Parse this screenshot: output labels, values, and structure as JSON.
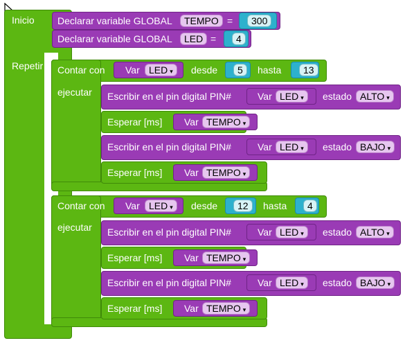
{
  "labels": {
    "inicio": "Inicio",
    "repetir": "Repetir",
    "declare_global": "Declarar variable GLOBAL",
    "equals": "=",
    "contar_con": "Contar con",
    "desde": "desde",
    "hasta": "hasta",
    "ejecutar": "ejecutar",
    "escribir_pin": "Escribir en el pin digital  PIN#",
    "estado": "estado",
    "esperar": "Esperar [ms]",
    "var": "Var",
    "dropdown_arrow": "▾"
  },
  "declarations": [
    {
      "name": "TEMPO",
      "value": "300"
    },
    {
      "name": "LED",
      "value": "4"
    }
  ],
  "loops": [
    {
      "var": "LED",
      "from": "5",
      "to": "13",
      "steps": [
        {
          "pin_var": "LED",
          "state": "ALTO",
          "wait_var": "TEMPO"
        },
        {
          "pin_var": "LED",
          "state": "BAJO",
          "wait_var": "TEMPO"
        }
      ]
    },
    {
      "var": "LED",
      "from": "12",
      "to": "4",
      "steps": [
        {
          "pin_var": "LED",
          "state": "ALTO",
          "wait_var": "TEMPO"
        },
        {
          "pin_var": "LED",
          "state": "BAJO",
          "wait_var": "TEMPO"
        }
      ]
    }
  ],
  "colors": {
    "control_block": "#5cb712",
    "io_block": "#9a3bb5",
    "variable_pill": "#e6c6ef",
    "number_wrapper": "#2db1cd",
    "number_pill": "#d7f3f6"
  },
  "icons": [
    "mouse-pointer-icon",
    "dropdown-arrow-icon"
  ]
}
